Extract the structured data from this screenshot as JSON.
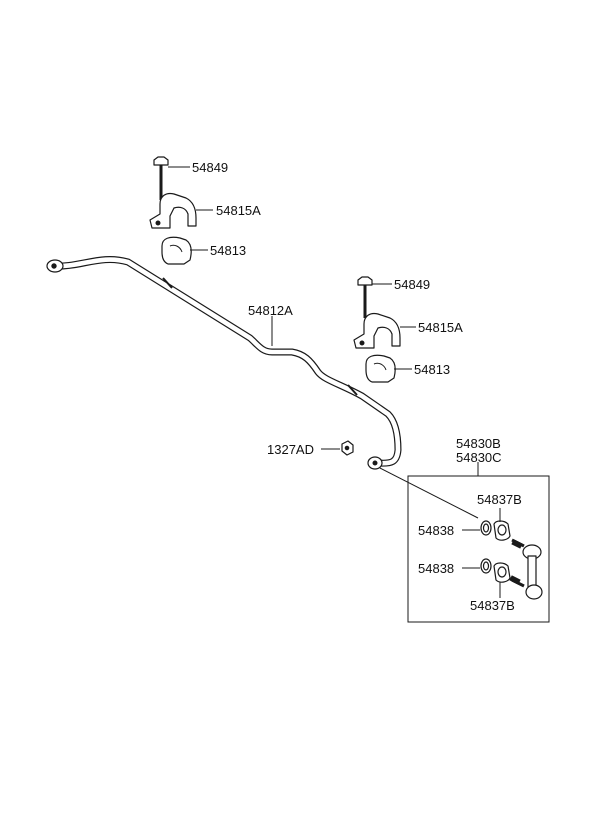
{
  "labels": {
    "bolt_upper": "54849",
    "bracket_upper": "54815A",
    "bushing_upper": "54813",
    "bar": "54812A",
    "bolt_right": "54849",
    "bracket_right": "54815A",
    "bushing_right": "54813",
    "nut": "1327AD",
    "link_assy_1": "54830B",
    "link_assy_2": "54830C",
    "bushing_top": "54837B",
    "washer_top": "54838",
    "washer_bottom": "54838",
    "bushing_bottom": "54837B"
  }
}
